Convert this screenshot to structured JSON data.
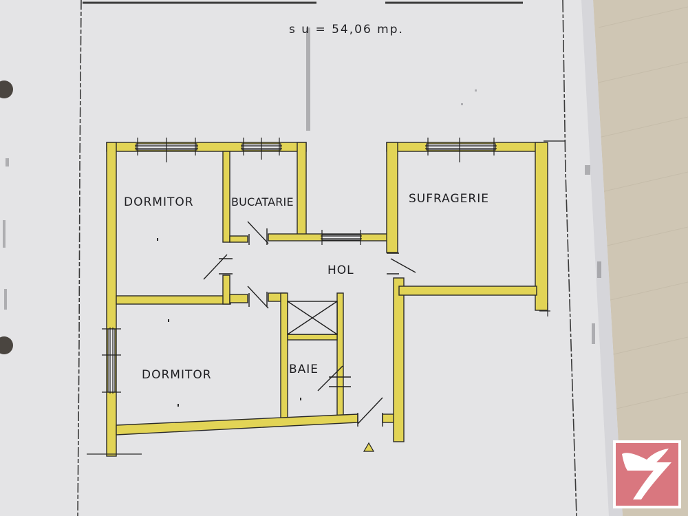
{
  "header": {
    "area_caption": "s u = 54,06  mp."
  },
  "rooms": {
    "dormitor_1": "DORMITOR",
    "bucatarie": "BUCATARIE",
    "sufragerie": "SUFRAGERIE",
    "hol": "HOL",
    "dormitor_2": "DORMITOR",
    "baie": "BAIE"
  },
  "colors": {
    "paper": "#e4e4e6",
    "wall_fill": "#e2d456",
    "wall_outline": "#2a2a2a",
    "background": "#cfc6b4",
    "logo_bg": "#d9777f",
    "logo_fg": "#ffffff"
  },
  "logo": {
    "icon": "bird-seven-logo-icon"
  }
}
